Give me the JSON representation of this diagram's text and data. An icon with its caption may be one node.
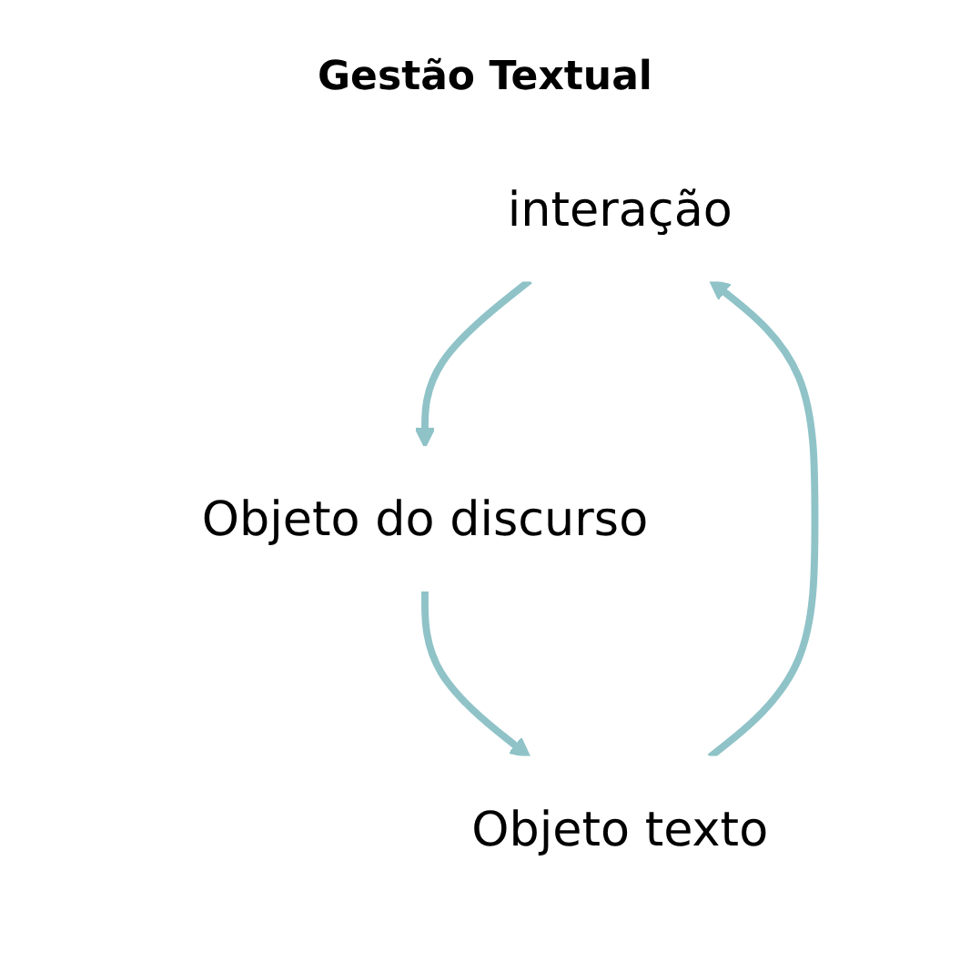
{
  "diagram": {
    "nodes": [
      {
        "text": [
          "interação"
        ]
      },
      {
        "text": [
          "Objeto do discurso"
        ]
      },
      {
        "text": [
          "Objeto texto"
        ]
      }
    ],
    "edges": [
      {
        "from": 0,
        "to": 1,
        "arrow": "to"
      },
      {
        "from": 1,
        "to": 2,
        "arrow": "to"
      },
      {
        "from": 2,
        "to": 0,
        "arrow": "to"
      }
    ],
    "labels": [
      "Gestão Textual"
    ]
  }
}
